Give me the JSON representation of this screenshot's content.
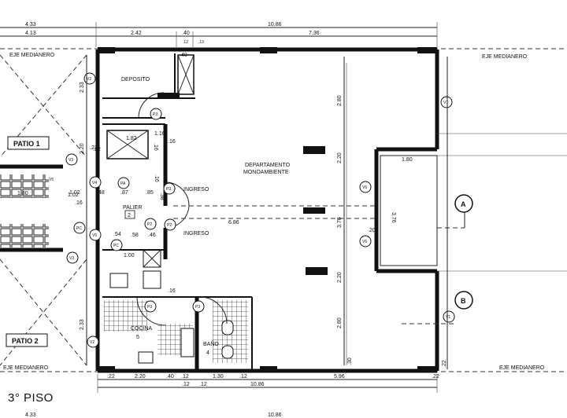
{
  "dimensions": {
    "top_row1": [
      "4.33",
      "10.86"
    ],
    "top_row2": [
      "4.13",
      "2.42",
      ".40",
      "7.36"
    ],
    "top_small": [
      ".12",
      ".13"
    ],
    "bottom_row1": [
      ".22",
      "2.20",
      ".40",
      ".12",
      "1.30",
      ".12",
      "5.96",
      ".22"
    ],
    "bottom_row2": [
      ".12",
      ".12",
      "10.86"
    ],
    "bottom_row3": [
      "4.33",
      "10.86"
    ],
    "left_vertical": [
      "2.33",
      "2.20",
      ".22",
      "2.33"
    ],
    "right_vertical": [
      "2.80",
      "2.20",
      "3.76",
      ".20",
      "2.20",
      "2.80",
      ".22"
    ],
    "balcony_width": "1.80",
    "balcony_depth": "3.76",
    "mid_width": "6.86",
    "palier_dims": [
      "1.02",
      ".48",
      ".87",
      ".85",
      ".16",
      ".38"
    ],
    "wet_dims": [
      ".54",
      ".58",
      ".46",
      "1.00",
      ".16"
    ],
    "stair_dims": [
      "1.80",
      "1.02"
    ],
    "shaft_dims": [
      "1.82",
      ".16",
      "1.16"
    ],
    "misc_dims": [
      ".16",
      ".16",
      ".30",
      ".40",
      ".22"
    ]
  },
  "labels": {
    "eje_left": "EJE MEDIANERO",
    "eje_right": "EJE MEDIANERO",
    "eje_bottom_left": "EJE MEDIANERO",
    "eje_bottom_right": "EJE MEDIANERO",
    "deposito": "DEPOSITO",
    "departamento": "DEPARTAMENTO",
    "monoambiente": "MONOAMBIENTE",
    "patio1": "PATIO 1",
    "patio2": "PATIO 2",
    "palier": "PALIER",
    "palier_num": "2",
    "ingreso1": "INGRESO",
    "ingreso2": "INGRESO",
    "cocina": "COCINA",
    "cocina_num": "5",
    "bano": "BAÑO",
    "bano_num": "4",
    "story": "3° PISO"
  },
  "tags": {
    "doors": [
      "P3",
      "P3",
      "P2",
      "P2",
      "P3",
      "P3",
      "PA"
    ],
    "windows": [
      "V2",
      "V1",
      "V3",
      "V4",
      "V5",
      "V6",
      "V6",
      "V2",
      "V1",
      "V3",
      "V5"
    ],
    "pc": [
      "PC",
      "PC"
    ]
  },
  "axes": [
    "A",
    "B"
  ]
}
